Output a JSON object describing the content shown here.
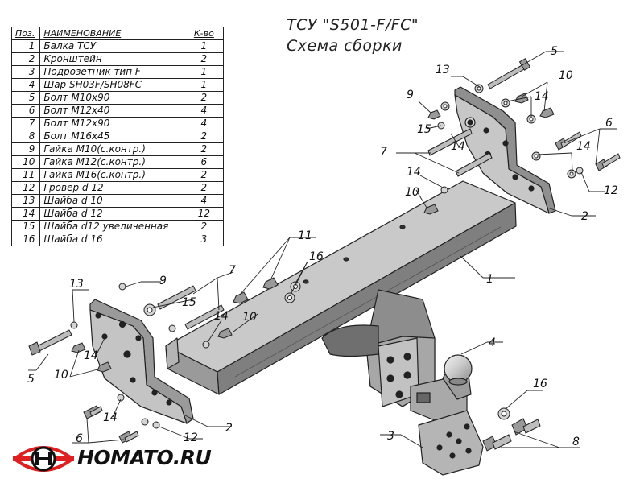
{
  "title": "ТСУ \"S501-F/FC\"",
  "subtitle": "Схема сборки",
  "table": {
    "headers": [
      "Поз.",
      "НАИМЕНОВАНИЕ",
      "К-во"
    ],
    "rows": [
      {
        "pos": "1",
        "name": "Балка ТСУ",
        "qty": "1"
      },
      {
        "pos": "2",
        "name": "Кронштейн",
        "qty": "2"
      },
      {
        "pos": "3",
        "name": "Подрозетник тип F",
        "qty": "1"
      },
      {
        "pos": "4",
        "name": "Шар SH03F/SH08FC",
        "qty": "1"
      },
      {
        "pos": "5",
        "name": "Болт  М10х90",
        "qty": "2"
      },
      {
        "pos": "6",
        "name": "Болт М12х40",
        "qty": "4"
      },
      {
        "pos": "7",
        "name": "Болт М12х90",
        "qty": "4"
      },
      {
        "pos": "8",
        "name": "Болт М16х45",
        "qty": "2"
      },
      {
        "pos": "9",
        "name": "Гайка М10(с.контр.)",
        "qty": "2"
      },
      {
        "pos": "10",
        "name": "Гайка М12(с.контр.)",
        "qty": "6"
      },
      {
        "pos": "11",
        "name": "Гайка  М16(с.контр.)",
        "qty": "2"
      },
      {
        "pos": "12",
        "name": "Гровер d 12",
        "qty": "2"
      },
      {
        "pos": "13",
        "name": "Шайба d 10",
        "qty": "4"
      },
      {
        "pos": "14",
        "name": "Шайба d 12",
        "qty": "12"
      },
      {
        "pos": "15",
        "name": "Шайба d12 увеличенная",
        "qty": "2"
      },
      {
        "pos": "16",
        "name": "Шайба d 16",
        "qty": "3"
      }
    ]
  },
  "callouts": {
    "c1": "1",
    "c2a": "2",
    "c2b": "2",
    "c3": "3",
    "c4": "4",
    "c5a": "5",
    "c5b": "5",
    "c6a": "6",
    "c6b": "6",
    "c7a": "7",
    "c7b": "7",
    "c8": "8",
    "c9a": "9",
    "c9b": "9",
    "c10a": "10",
    "c10b": "10",
    "c10c": "10",
    "c10d": "10",
    "c11": "11",
    "c12a": "12",
    "c12b": "12",
    "c13a": "13",
    "c13b": "13",
    "c14a": "14",
    "c14b": "14",
    "c14c": "14",
    "c14d": "14",
    "c14e": "14",
    "c14f": "14",
    "c14g": "14",
    "c15a": "15",
    "c15b": "15",
    "c16a": "16",
    "c16b": "16"
  },
  "logo": {
    "text": "HOMATO.RU",
    "accent_color": "#e02020"
  }
}
